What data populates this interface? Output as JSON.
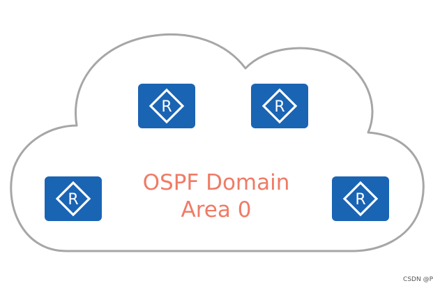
{
  "diagram": {
    "label_line1": "OSPF Domain",
    "label_line2": "Area 0",
    "routers": [
      {
        "letter": "R",
        "icon": "router-icon"
      },
      {
        "letter": "R",
        "icon": "router-icon"
      },
      {
        "letter": "R",
        "icon": "router-icon"
      },
      {
        "letter": "R",
        "icon": "router-icon"
      }
    ]
  },
  "watermark": "CSDN @P",
  "colors": {
    "cloud_stroke": "#a6a6a6",
    "router_fill": "#1a64b4",
    "label_text": "#ef7b66"
  }
}
